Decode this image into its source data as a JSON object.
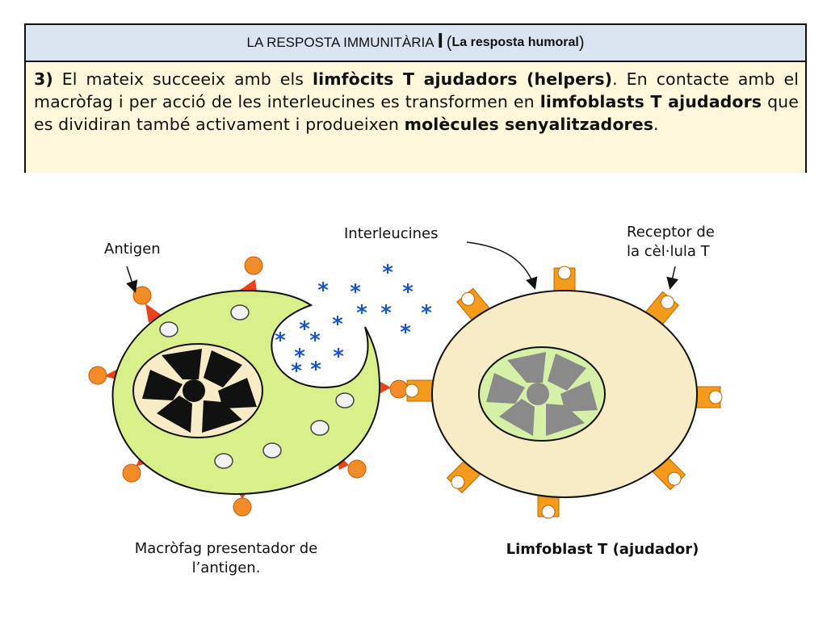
{
  "header": {
    "title_main": "LA RESPOSTA IMMUNITÀRIA",
    "title_separator": "I",
    "title_paren_open": "(",
    "title_sub": "La resposta humoral",
    "title_paren_close": ")"
  },
  "paragraph": {
    "number": "3)",
    "t1": " El mateix succeeix amb els ",
    "b1": "limfòcits T ajudadors (helpers)",
    "t2": ". En contacte amb  el macròfag i per acció de les interleucines es transformen en ",
    "b2": "limfoblasts T ajudadors",
    "t3": " que es dividiran també activament i produeixen ",
    "b3": "molècules senyalitzadores",
    "t4": "."
  },
  "labels": {
    "antigen": "Antigen",
    "interleucines": "Interleucines",
    "receptor_line1": "Receptor de",
    "receptor_line2": "la cèl·lula T",
    "macrophage_caption_line1": "Macròfag presentador de",
    "macrophage_caption_line2": "l’antigen.",
    "lymphoblast_caption": "Limfoblast T (ajudador)"
  },
  "colors": {
    "header_bg": "#dbe5f1",
    "text_bg": "#fff8dc",
    "macrophage_fill": "#d9f08a",
    "antigen_orange": "#f28c28",
    "antigen_triangle": "#e8431a",
    "interleucine_blue": "#1a55c8",
    "lymphoblast_fill": "#f8ecc6",
    "receptor_orange": "#f49a1c",
    "nucleus_fill_macrophage": "#f8ecc6",
    "nucleus_fill_lymphoblast": "#d6f0a8"
  }
}
